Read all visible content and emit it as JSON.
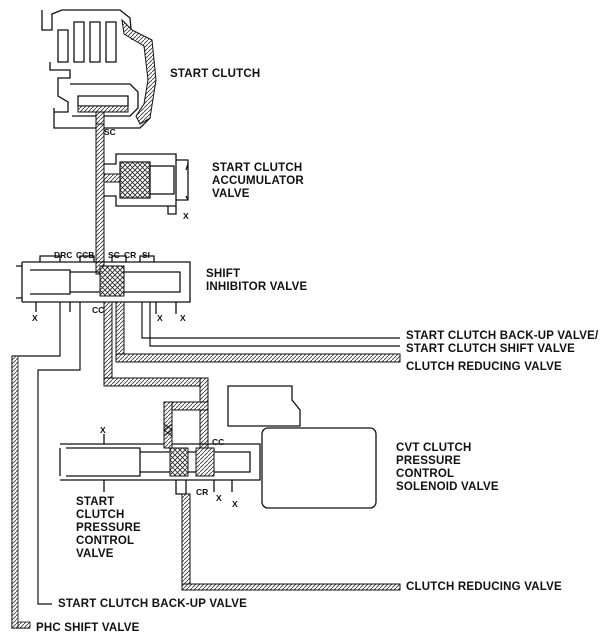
{
  "components": {
    "start_clutch": {
      "lines": [
        "START CLUTCH"
      ]
    },
    "accumulator": {
      "lines": [
        "START CLUTCH",
        "ACCUMULATOR",
        "VALVE"
      ]
    },
    "shift_inhibitor": {
      "lines": [
        "SHIFT",
        "INHIBITOR VALVE"
      ]
    },
    "cvt_solenoid": {
      "lines": [
        "CVT CLUTCH",
        "PRESSURE",
        "CONTROL",
        "SOLENOID VALVE"
      ]
    },
    "sc_pressure_control": {
      "lines": [
        "START",
        "CLUTCH",
        "PRESSURE",
        "CONTROL",
        "VALVE"
      ]
    }
  },
  "line_labels": {
    "backup_shift": [
      "START CLUTCH BACK-UP VALVE/",
      "START CLUTCH SHIFT VALVE"
    ],
    "clutch_reducing_top": "CLUTCH REDUCING VALVE",
    "clutch_reducing_bottom": "CLUTCH REDUCING VALVE",
    "start_clutch_backup": "START CLUTCH BACK-UP VALVE",
    "phc_shift": "PHC SHIFT VALVE"
  },
  "port_labels": {
    "sc_top": "SC",
    "drc": "DRC",
    "ccb": "CCB",
    "sc": "SC",
    "cr": "CR",
    "si": "SI",
    "cc_inhibitor": "CC",
    "cc_lower": "CC",
    "cr_lower": "CR",
    "drains": [
      "X",
      "X",
      "X",
      "X",
      "X",
      "X",
      "X"
    ]
  }
}
